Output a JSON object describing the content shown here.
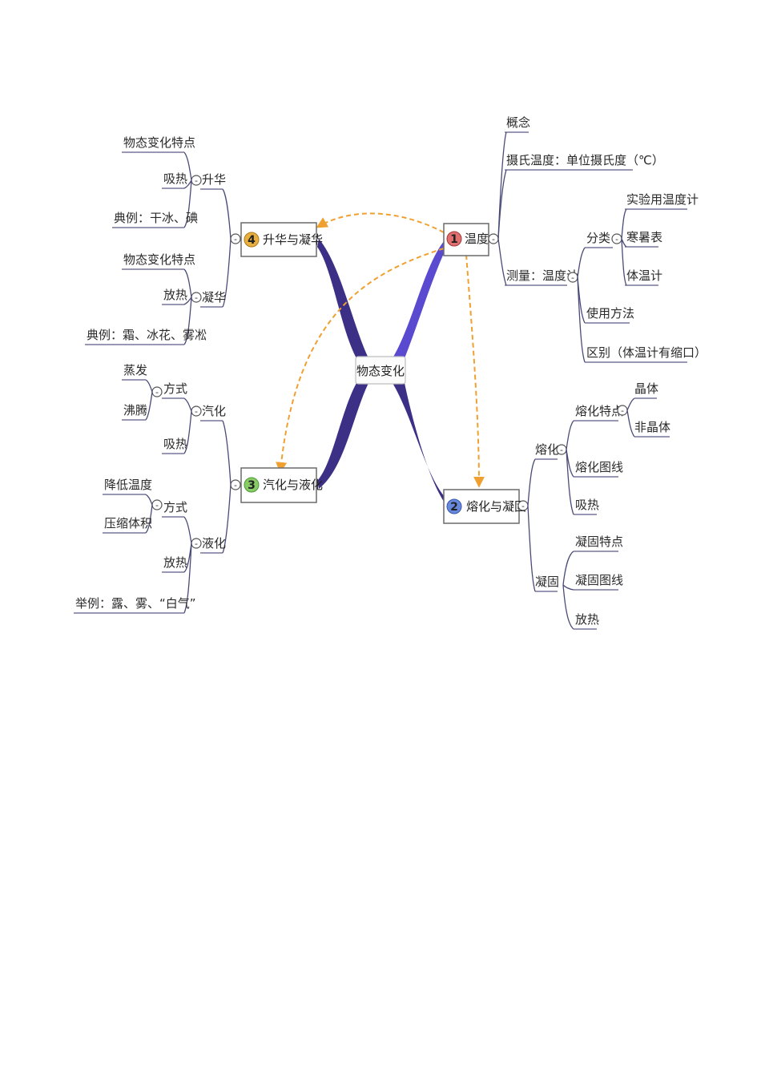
{
  "center": {
    "label": "物态变化"
  },
  "topics": {
    "temperature": {
      "number": "1",
      "label": "温度",
      "color": "#e07070"
    },
    "melting": {
      "number": "2",
      "label": "熔化与凝固",
      "color": "#6688dd"
    },
    "vaporization": {
      "number": "3",
      "label": "汽化与液化",
      "color": "#88cc66"
    },
    "sublimation": {
      "number": "4",
      "label": "升华与凝华",
      "color": "#e8b040"
    }
  },
  "temperature": {
    "concept": "概念",
    "celsius": "摄氏温度：单位摄氏度（℃）",
    "measure": "测量：温度计",
    "classify": "分类",
    "lab_thermometer": "实验用温度计",
    "weather_thermometer": "寒暑表",
    "body_thermometer": "体温计",
    "usage": "使用方法",
    "difference": "区别（体温计有缩口）"
  },
  "melting": {
    "melt": "熔化",
    "melt_features": "熔化特点",
    "crystal": "晶体",
    "noncrystal": "非晶体",
    "melt_graph": "熔化图线",
    "absorb_heat": "吸热",
    "solidify": "凝固",
    "solid_features": "凝固特点",
    "solid_graph": "凝固图线",
    "release_heat": "放热"
  },
  "vaporization": {
    "vaporize": "汽化",
    "method": "方式",
    "evaporation": "蒸发",
    "boiling": "沸腾",
    "absorb_heat": "吸热",
    "liquefy": "液化",
    "method2": "方式",
    "lower_temp": "降低温度",
    "compress": "压缩体积",
    "release_heat": "放热",
    "examples": "举例：露、雾、“白气”"
  },
  "sublimation": {
    "sublime": "升华",
    "sub_features": "物态变化特点",
    "absorb_heat": "吸热",
    "sub_examples": "典例：干冰、碘",
    "deposit": "凝华",
    "dep_features": "物态变化特点",
    "release_heat": "放热",
    "dep_examples": "典例：霜、冰花、雾凇"
  },
  "colors": {
    "relationship_arrow": "#f0a030",
    "main_branch": "#3a2a8a"
  }
}
